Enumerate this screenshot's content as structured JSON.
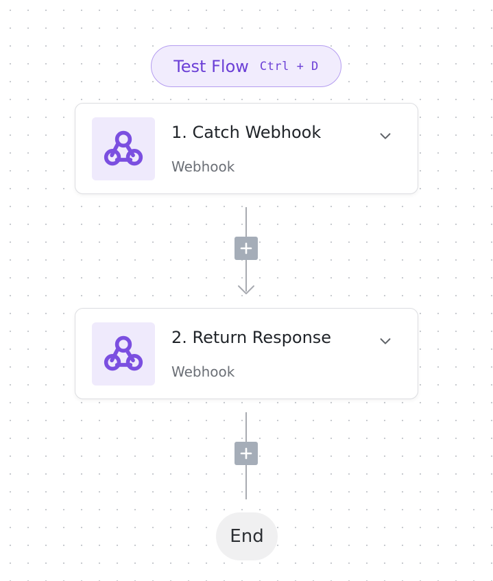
{
  "test_flow": {
    "label": "Test Flow",
    "shortcut": "Ctrl + D"
  },
  "steps": [
    {
      "title": "1. Catch Webhook",
      "subtitle": "Webhook",
      "icon": "webhook-icon"
    },
    {
      "title": "2. Return Response",
      "subtitle": "Webhook",
      "icon": "webhook-icon"
    }
  ],
  "end": {
    "label": "End"
  },
  "colors": {
    "accent": "#6b3fd6",
    "accent_bg": "#f1ecfd",
    "icon_bg": "#efeafc",
    "connector": "#a7aab0",
    "add_button": "#a5adb8"
  }
}
